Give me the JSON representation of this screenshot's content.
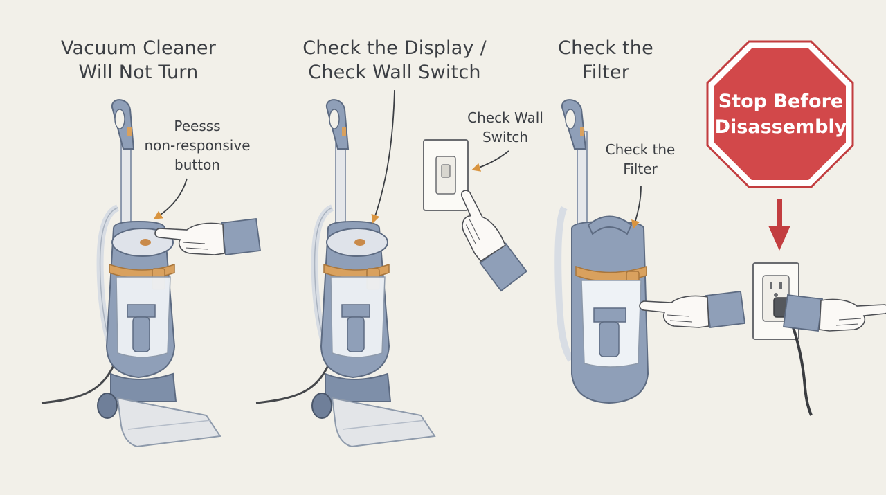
{
  "panels": [
    {
      "title": [
        "Vacuum Cleaner",
        "Will Not Turn"
      ],
      "note": [
        "Peesss",
        "non-responsive",
        "button"
      ]
    },
    {
      "title": [
        "Check the Display /",
        "Check Wall Switch"
      ],
      "note": [
        "Check Wall",
        "Switch"
      ]
    },
    {
      "title": [
        "Check the",
        "Filter"
      ],
      "note": [
        "Check the",
        "Filter"
      ]
    },
    {
      "sign": [
        "Stop Before",
        "Disassembly"
      ]
    }
  ],
  "colors": {
    "background": "#f2f0e9",
    "vacuum_body": "#8f9fb8",
    "vacuum_dark": "#6f7f99",
    "accent_band": "#d9a15e",
    "arrow": "#d9943f",
    "stop_sign": "#d2484a",
    "ink": "#3c3f44"
  },
  "icons": [
    "vacuum-icon",
    "hand-icon",
    "wall-switch-icon",
    "outlet-icon",
    "plug-icon",
    "stop-sign-icon",
    "down-arrow-icon"
  ]
}
